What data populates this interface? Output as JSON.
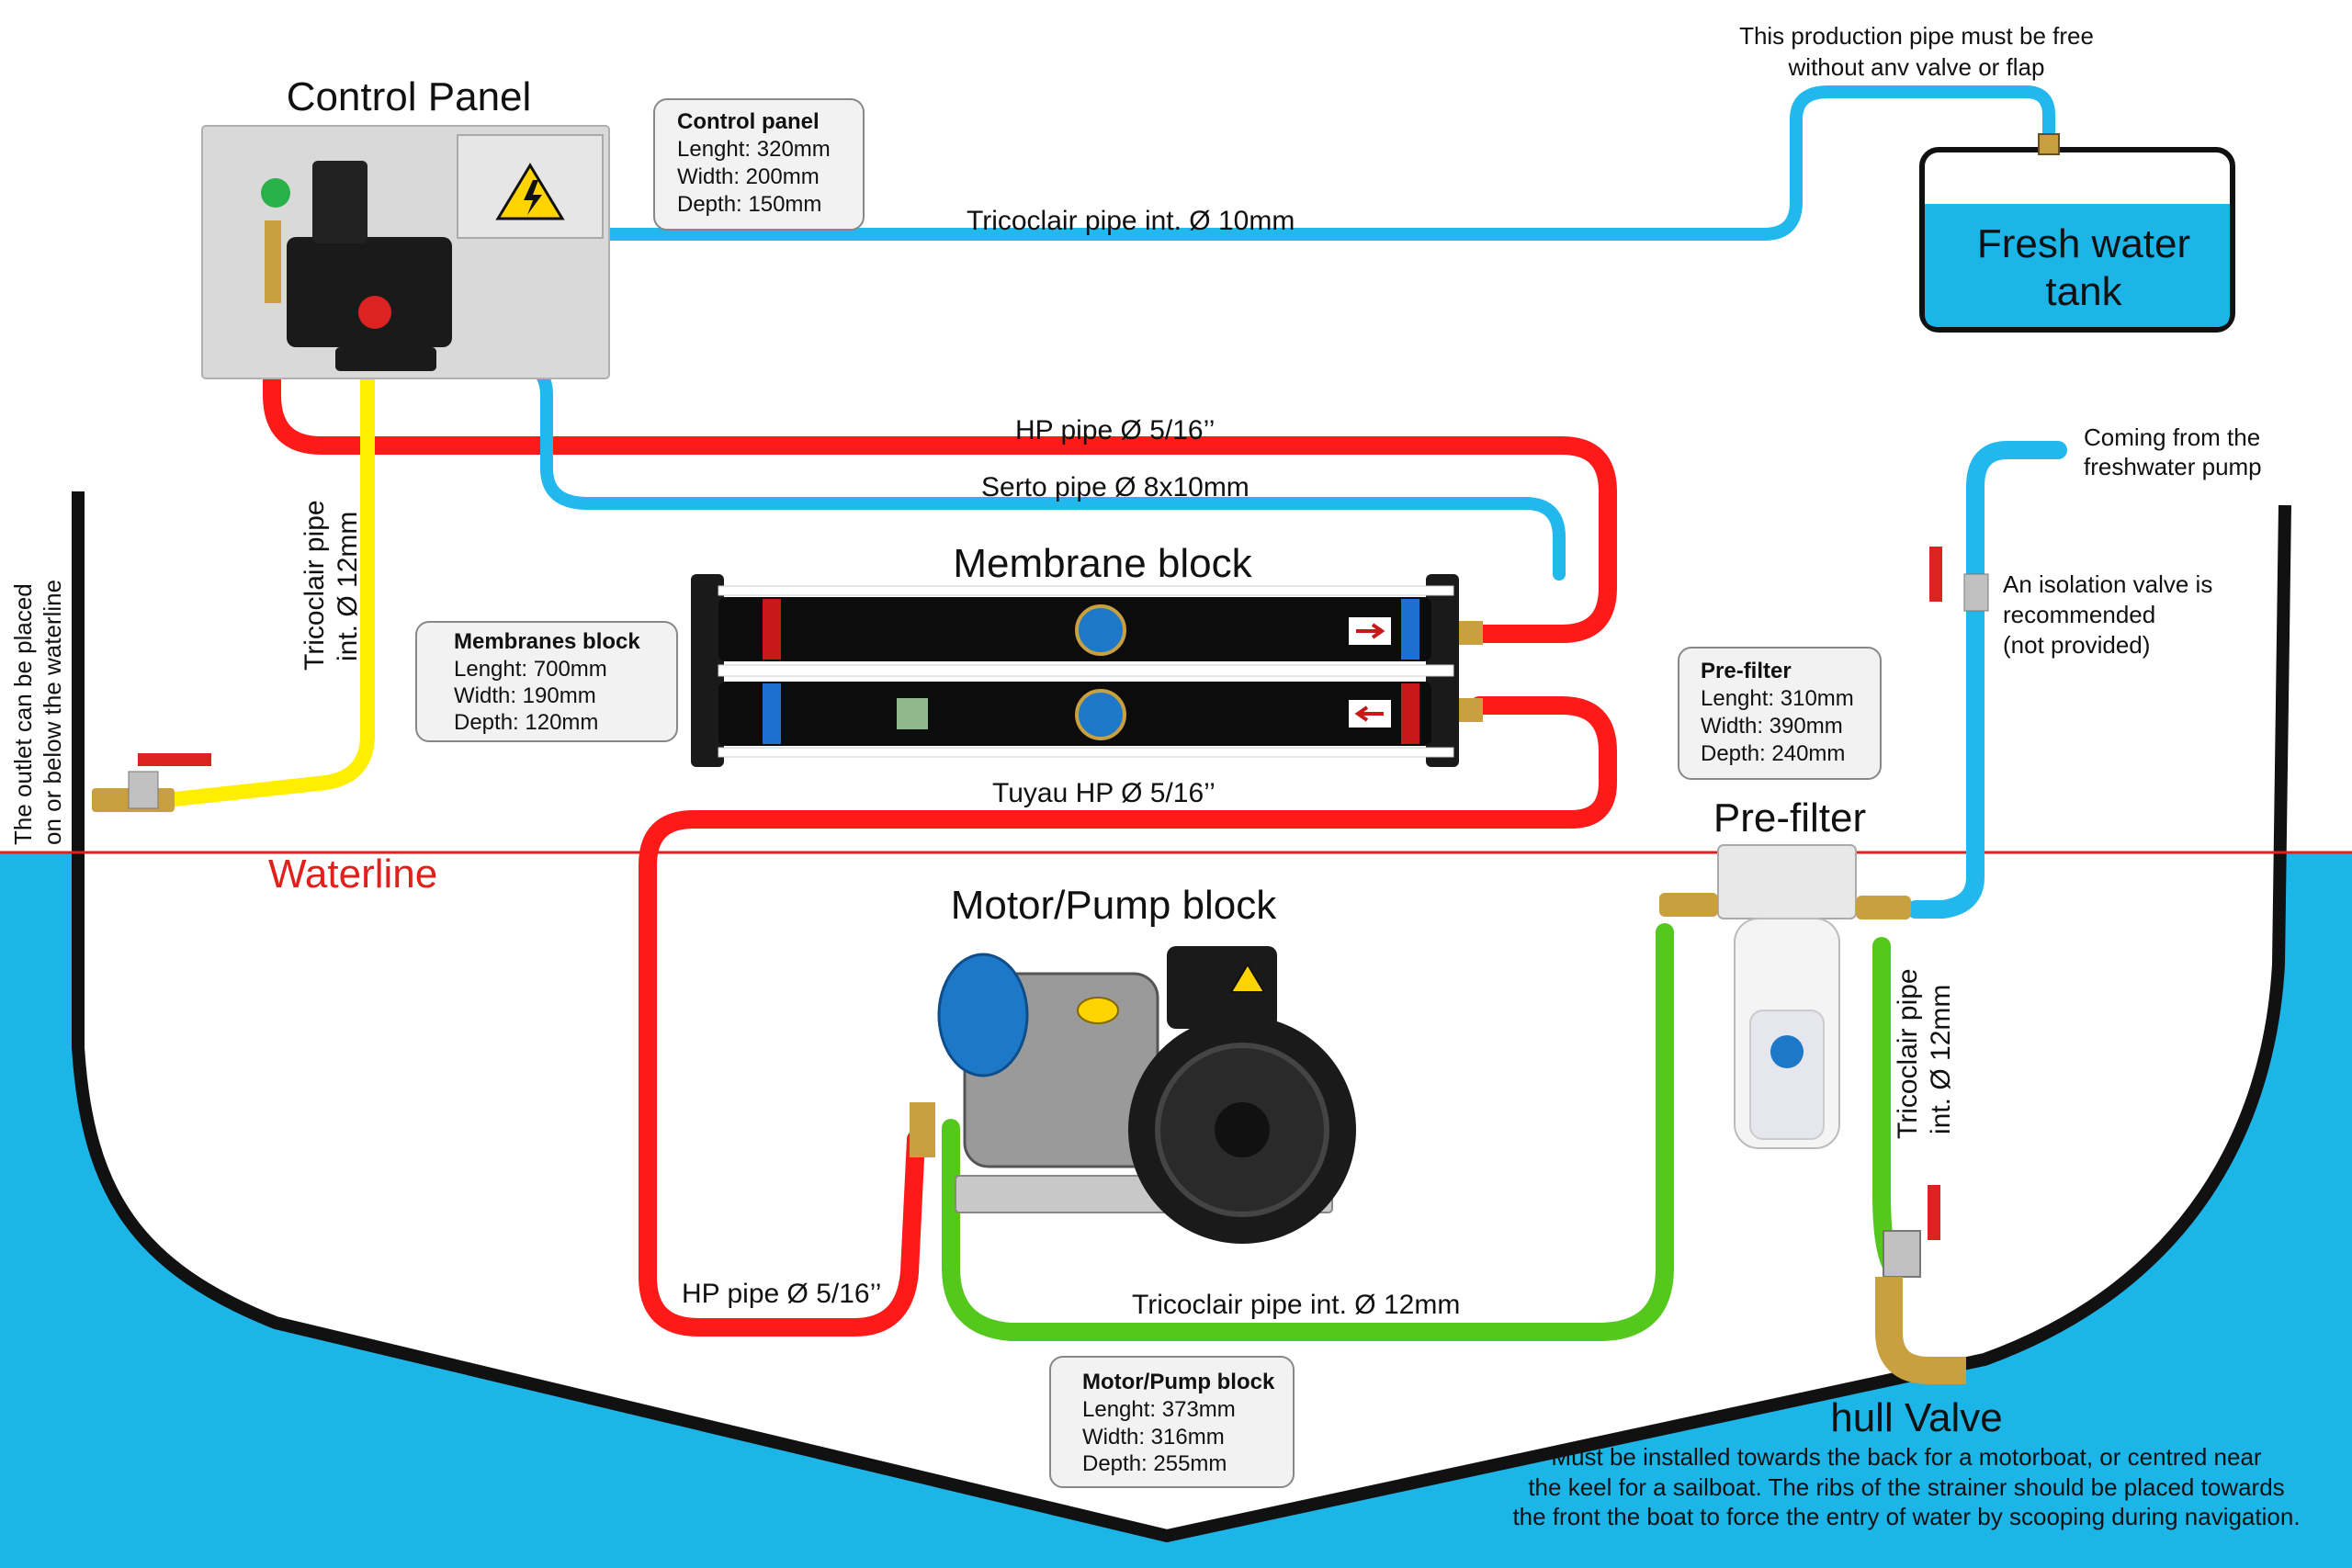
{
  "colors": {
    "sea": "#1cb5e8",
    "waterline": "#e1201c",
    "hull": "#111111",
    "hp_pipe": "#ff1a1a",
    "serto_pipe": "#22b8ee",
    "tricoclair_yellow": "#ffee00",
    "tricoclair_green": "#55c81e",
    "tank_water": "#1cb5e8"
  },
  "titles": {
    "control_panel": "Control Panel",
    "membrane_block": "Membrane block",
    "motor_pump_block": "Motor/Pump block",
    "pre_filter": "Pre-filter",
    "hull_valve": "hull Valve",
    "waterline": "Waterline",
    "fresh_water_tank_line1": "Fresh water",
    "fresh_water_tank_line2": "tank"
  },
  "spec_boxes": {
    "control_panel": {
      "title": "Control panel",
      "length": "Lenght: 320mm",
      "width": "Width: 200mm",
      "depth": "Depth: 150mm"
    },
    "membranes_block": {
      "title": "Membranes block",
      "length": "Lenght: 700mm",
      "width": "Width: 190mm",
      "depth": "Depth: 120mm"
    },
    "pre_filter": {
      "title": "Pre-filter",
      "length": "Lenght: 310mm",
      "width": "Width: 390mm",
      "depth": "Depth: 240mm"
    },
    "motor_pump_block": {
      "title": "Motor/Pump block",
      "length": "Lenght: 373mm",
      "width": "Width: 316mm",
      "depth": "Depth: 255mm"
    }
  },
  "pipe_labels": {
    "tricoclair_10mm": "Tricoclair pipe int. Ø 10mm",
    "hp_pipe_top": "HP pipe Ø 5/16’’",
    "serto_pipe": "Serto pipe Ø 8x10mm",
    "tuyau_hp": "Tuyau HP Ø 5/16’’",
    "hp_pipe_bottom": "HP pipe Ø 5/16’’",
    "tricoclair_12mm_bottom": "Tricoclair pipe int. Ø 12mm",
    "tricoclair_12mm_left_line1": "Tricoclair pipe",
    "tricoclair_12mm_left_line2": "int. Ø 12mm",
    "tricoclair_12mm_right_line1": "Tricoclair pipe",
    "tricoclair_12mm_right_line2": "int. Ø 12mm"
  },
  "notes": {
    "production_pipe_line1": "This production pipe must be free",
    "production_pipe_line2": "without anv valve or flap",
    "freshwater_pump_line1": "Coming from the",
    "freshwater_pump_line2": "freshwater pump",
    "isolation_valve_line1": "An isolation valve is",
    "isolation_valve_line2": "recommended",
    "isolation_valve_line3": "(not provided)",
    "outlet_line1": "The outlet can be placed",
    "outlet_line2": "on or below the waterline",
    "hull_valve_line1": "Must be installed towards the back for a motorboat, or centred near",
    "hull_valve_line2": "the keel for a sailboat. The ribs of the strainer should be placed towards",
    "hull_valve_line3": "the front the boat to force the entry of water by scooping during navigation."
  }
}
